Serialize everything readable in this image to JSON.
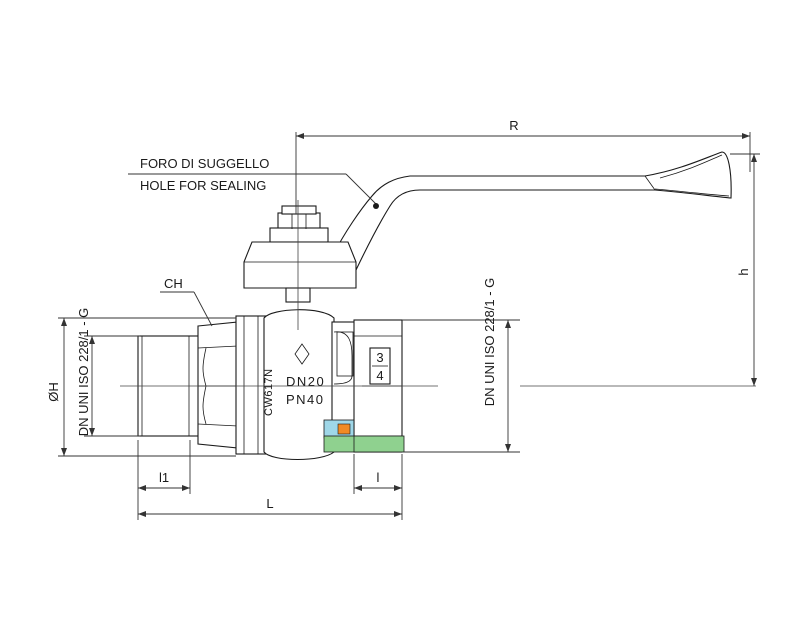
{
  "labels": {
    "seal_it": "FORO DI SUGGELLO",
    "seal_en": "HOLE FOR SEALING",
    "ch": "CH",
    "r": "R",
    "h": "h",
    "oh": "ØH",
    "thread_left": "DN UNI ISO 228/1 - G",
    "thread_right": "DN UNI ISO 228/1 - G",
    "l1": "l1",
    "l": "l",
    "L": "L"
  },
  "body_marks": {
    "brand": "CW617N",
    "dn": "DN20",
    "pn": "PN40",
    "size_top": "3",
    "size_bottom": "4"
  },
  "colors": {
    "line": "#1a1a1a",
    "seal_green": "#8fd18f",
    "seal_blue": "#9fd7e8",
    "seal_orange": "#f08a24"
  }
}
